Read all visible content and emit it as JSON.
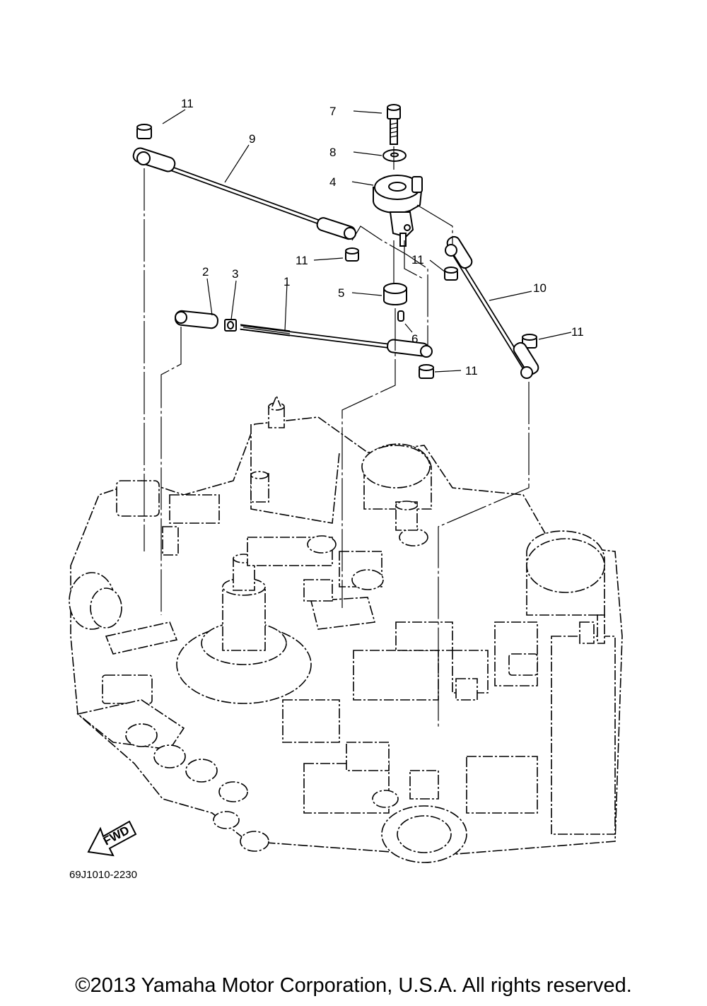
{
  "diagram": {
    "callouts": {
      "c1": "1",
      "c2": "2",
      "c3": "3",
      "c4": "4",
      "c5": "5",
      "c6": "6",
      "c7": "7",
      "c8": "8",
      "c9": "9",
      "c10": "10",
      "c11a": "11",
      "c11b": "11",
      "c11c": "11",
      "c11d": "11",
      "c11e": "11"
    },
    "fwd_label": "FWD",
    "reference_code": "69J1010-2230"
  },
  "footer": {
    "copyright": "©2013 Yamaha Motor Corporation, U.S.A. All rights reserved."
  }
}
